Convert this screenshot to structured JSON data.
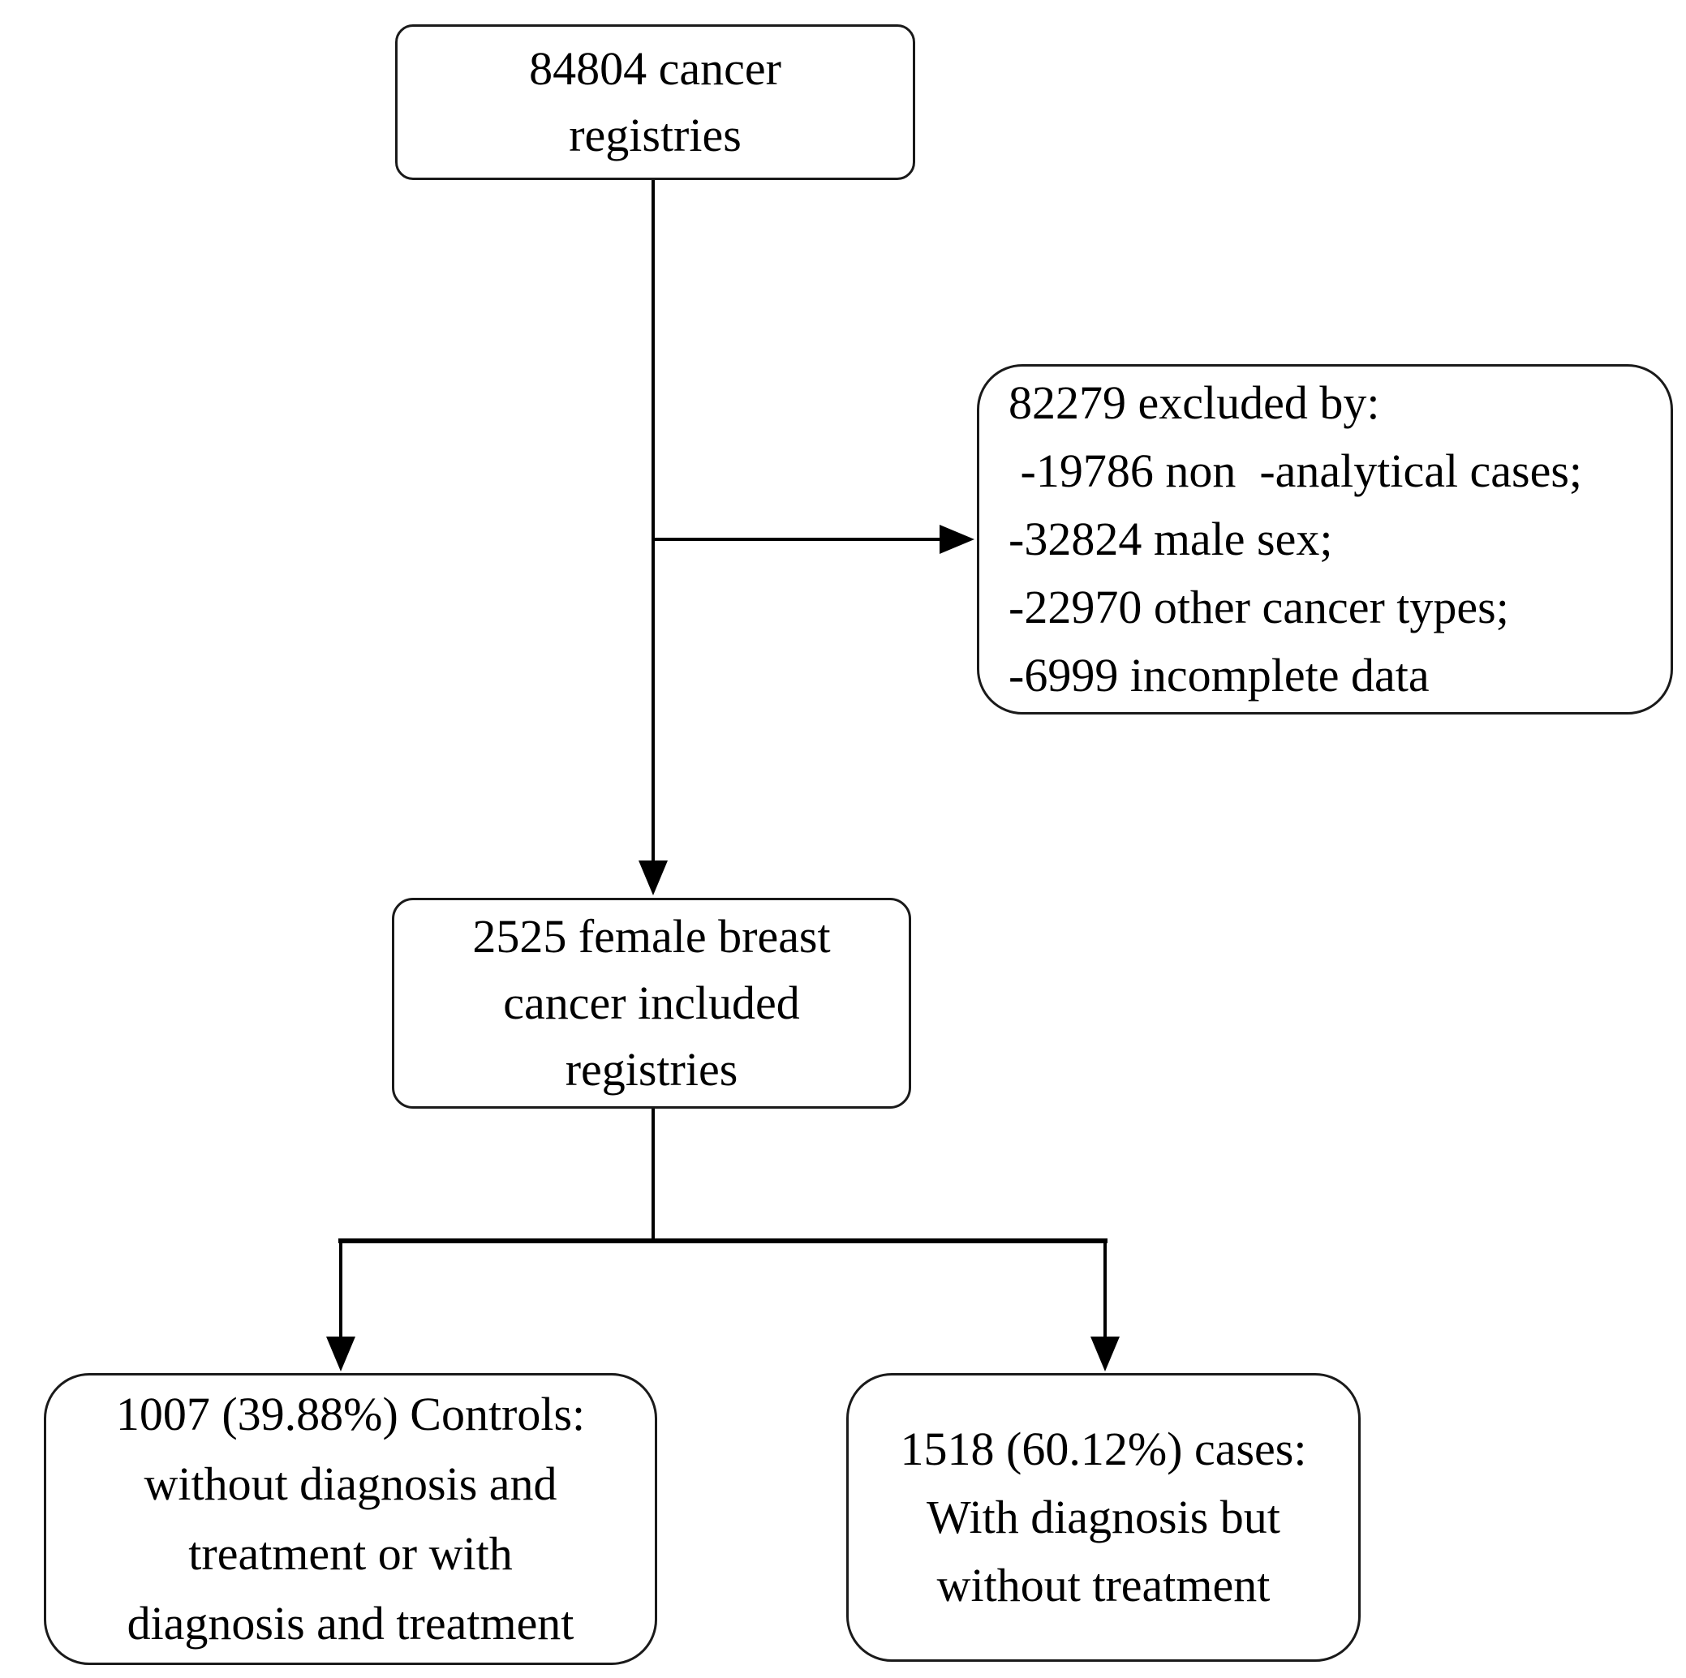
{
  "diagram_title": "Breast cancer registry inclusion flowchart",
  "colors": {
    "background": "#ffffff",
    "line": "#000000",
    "box_border": "#1a1a1a",
    "box_fill": "#ffffff",
    "text": "#000000"
  },
  "nodes": {
    "top": {
      "id": "cancer-registries",
      "lines": [
        "84804 cancer",
        "registries"
      ]
    },
    "excluded": {
      "id": "excluded-by",
      "lines": [
        "82279 excluded by:",
        " -19786 non  -analytical cases;",
        "-32824 male sex;",
        "-22970 other cancer types;",
        "-6999 incomplete data"
      ]
    },
    "included": {
      "id": "female-breast-cancer-included",
      "lines": [
        "2525 female breast",
        "cancer included",
        "registries"
      ]
    },
    "controls": {
      "id": "controls-group",
      "lines": [
        "1007 (39.88%) Controls:",
        "without diagnosis and",
        "treatment or with",
        "diagnosis and treatment"
      ]
    },
    "cases": {
      "id": "cases-group",
      "lines": [
        "1518 (60.12%) cases:",
        "With diagnosis but",
        "without treatment"
      ]
    }
  },
  "edges": [
    {
      "from": "cancer-registries",
      "to": "excluded-by",
      "type": "arrow"
    },
    {
      "from": "cancer-registries",
      "to": "female-breast-cancer-included",
      "type": "arrow"
    },
    {
      "from": "female-breast-cancer-included",
      "to": "controls-group",
      "type": "arrow"
    },
    {
      "from": "female-breast-cancer-included",
      "to": "cases-group",
      "type": "arrow"
    }
  ]
}
